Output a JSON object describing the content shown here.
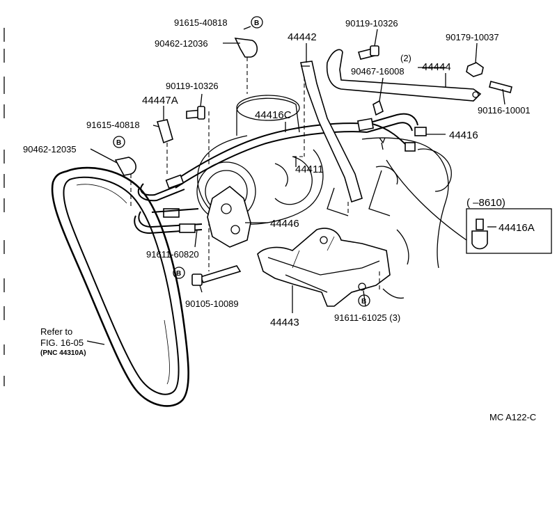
{
  "diagram": {
    "parts": {
      "p_91615_40818_top": "91615-40818",
      "p_90462_12036": "90462-12036",
      "p_90119_10326_top": "90119-10326",
      "p_44442": "44442",
      "p_90179_10037": "90179-10037",
      "p_qty_2": "(2)",
      "p_90467_16008": "90467-16008",
      "p_44444": "44444",
      "p_90119_10326_mid": "90119-10326",
      "p_44447A": "44447A",
      "p_44416C": "44416C",
      "p_90116_10001": "90116-10001",
      "p_91615_40818_mid": "91615-40818",
      "p_44416": "44416",
      "p_90462_12035": "90462-12035",
      "p_44411": "44411",
      "p_range_8610": "(       –8610)",
      "p_44416A": "44416A",
      "p_44446": "44446",
      "p_91611_60820": "91611-60820",
      "p_90105_10089": "90105-10089",
      "p_44443": "44443",
      "p_91611_61025": "91611-61025 (3)"
    },
    "badge_letter": "B",
    "refer": {
      "line1": "Refer to",
      "line2": "FIG. 16-05",
      "line3": "(PNC 44310A)"
    },
    "code": "MC  A122-C"
  }
}
